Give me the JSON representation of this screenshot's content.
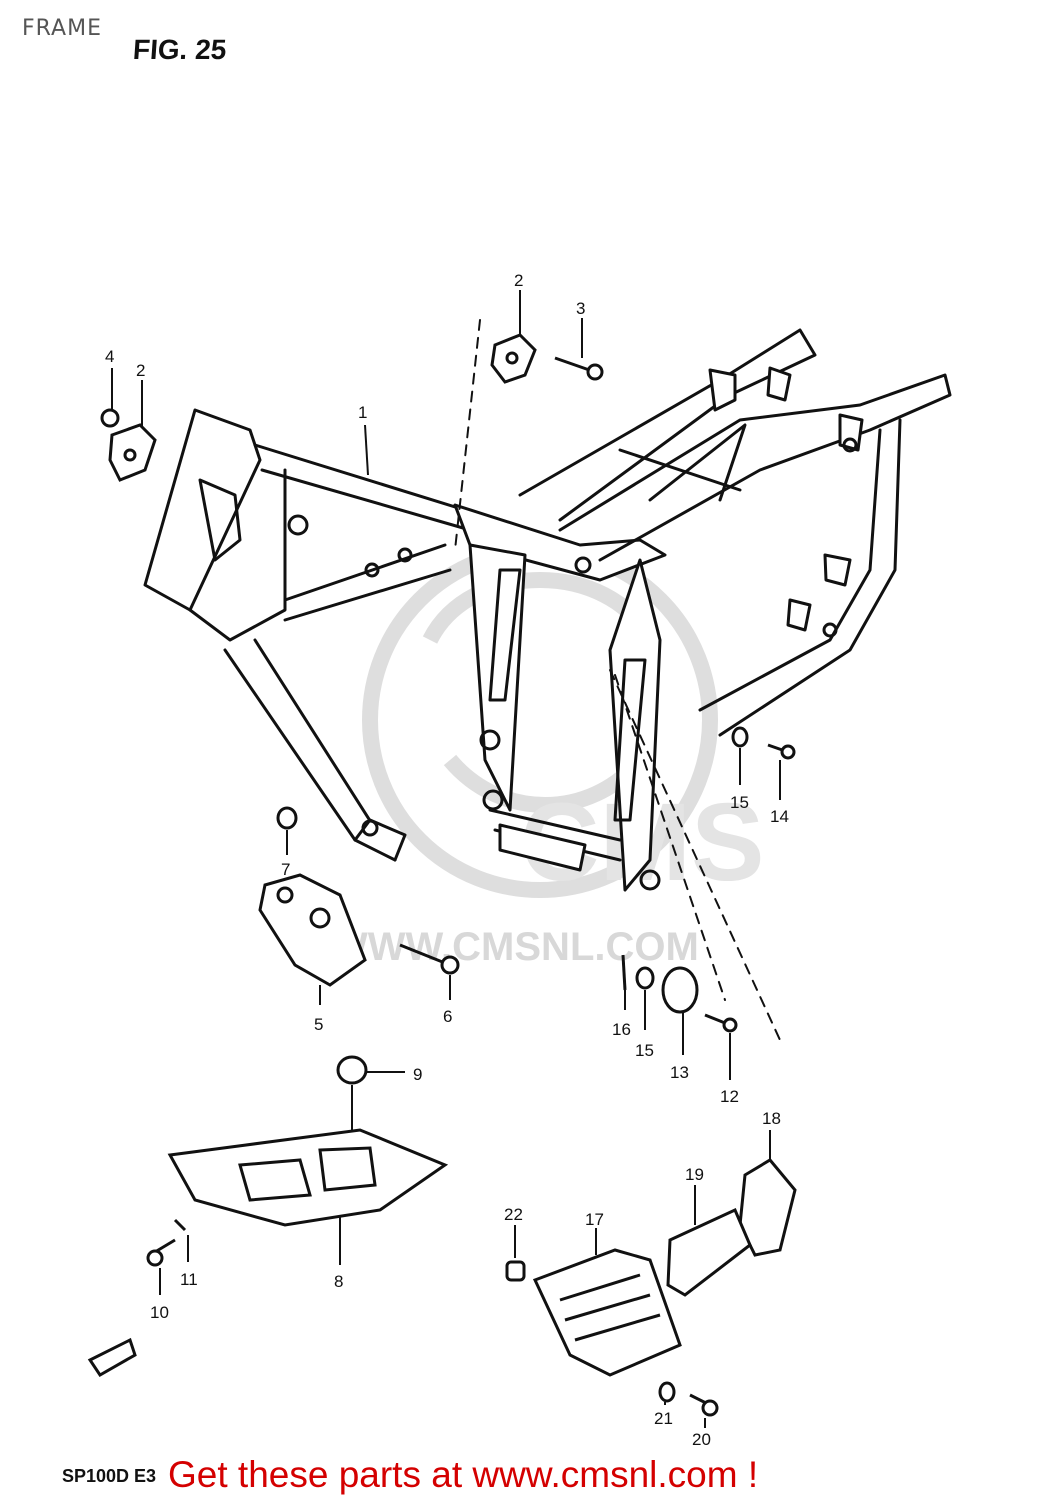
{
  "header": {
    "section": "FRAME",
    "figure": "FIG. 25"
  },
  "watermark": {
    "text": "WWW.CMSNL.COM",
    "logo": "CMS"
  },
  "parts": [
    {
      "no": "1"
    },
    {
      "no": "2"
    },
    {
      "no": "2"
    },
    {
      "no": "3"
    },
    {
      "no": "4"
    },
    {
      "no": "5"
    },
    {
      "no": "6"
    },
    {
      "no": "7"
    },
    {
      "no": "8"
    },
    {
      "no": "9"
    },
    {
      "no": "10"
    },
    {
      "no": "11"
    },
    {
      "no": "12"
    },
    {
      "no": "13"
    },
    {
      "no": "14"
    },
    {
      "no": "15"
    },
    {
      "no": "15"
    },
    {
      "no": "16"
    },
    {
      "no": "17"
    },
    {
      "no": "18"
    },
    {
      "no": "19"
    },
    {
      "no": "20"
    },
    {
      "no": "21"
    },
    {
      "no": "22"
    }
  ],
  "footer": {
    "model": "SP100D E3",
    "link_text": "Get these parts at www.cmsnl.com !"
  },
  "colors": {
    "line": "#111111",
    "watermark": "#dedede",
    "link": "#d40000"
  }
}
